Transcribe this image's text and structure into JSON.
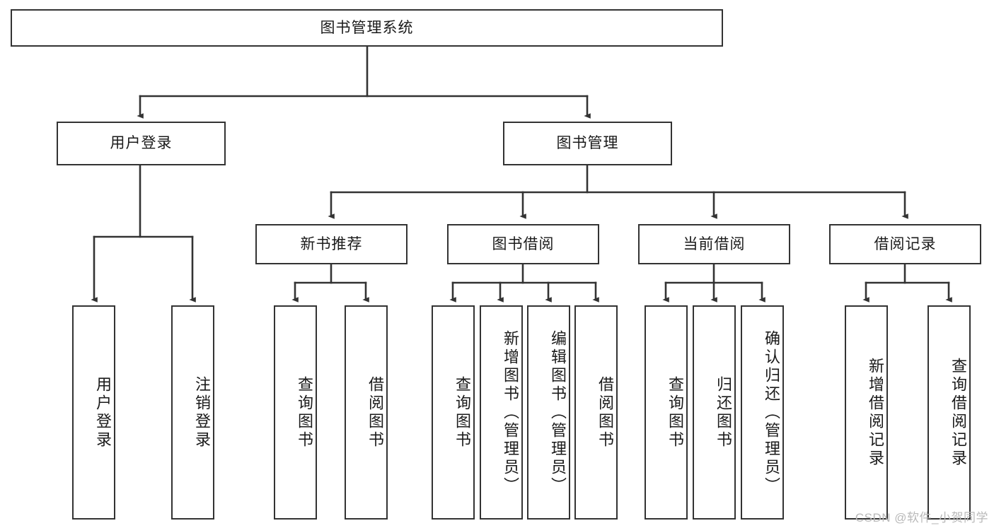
{
  "diagram": {
    "title": "图书管理系统",
    "type": "tree-hierarchy-chart",
    "watermark": "CSDN @软件_小贺同学",
    "colors": {
      "stroke": "#333333",
      "fill": "#ffffff",
      "text": "#1a1a1a",
      "watermark": "#b9b9b9"
    },
    "nodes": {
      "root": {
        "label": "图书管理系统"
      },
      "l1": [
        {
          "label": "用户登录"
        },
        {
          "label": "图书管理"
        }
      ],
      "l2": [
        {
          "label": "新书推荐"
        },
        {
          "label": "图书借阅"
        },
        {
          "label": "当前借阅"
        },
        {
          "label": "借阅记录"
        }
      ],
      "leaves_user_login": [
        {
          "label": "用户登录"
        },
        {
          "label": "注销登录"
        }
      ],
      "leaves_new_book": [
        {
          "label": "查询图书"
        },
        {
          "label": "借阅图书"
        }
      ],
      "leaves_borrow": [
        {
          "label": "查询图书"
        },
        {
          "label": "新增图书（管理员）"
        },
        {
          "label": "编辑图书（管理员）"
        },
        {
          "label": "借阅图书"
        }
      ],
      "leaves_current": [
        {
          "label": "查询图书"
        },
        {
          "label": "归还图书"
        },
        {
          "label": "确认归还（管理员）"
        }
      ],
      "leaves_record": [
        {
          "label": "新增借阅记录"
        },
        {
          "label": "查询借阅记录"
        }
      ]
    }
  }
}
